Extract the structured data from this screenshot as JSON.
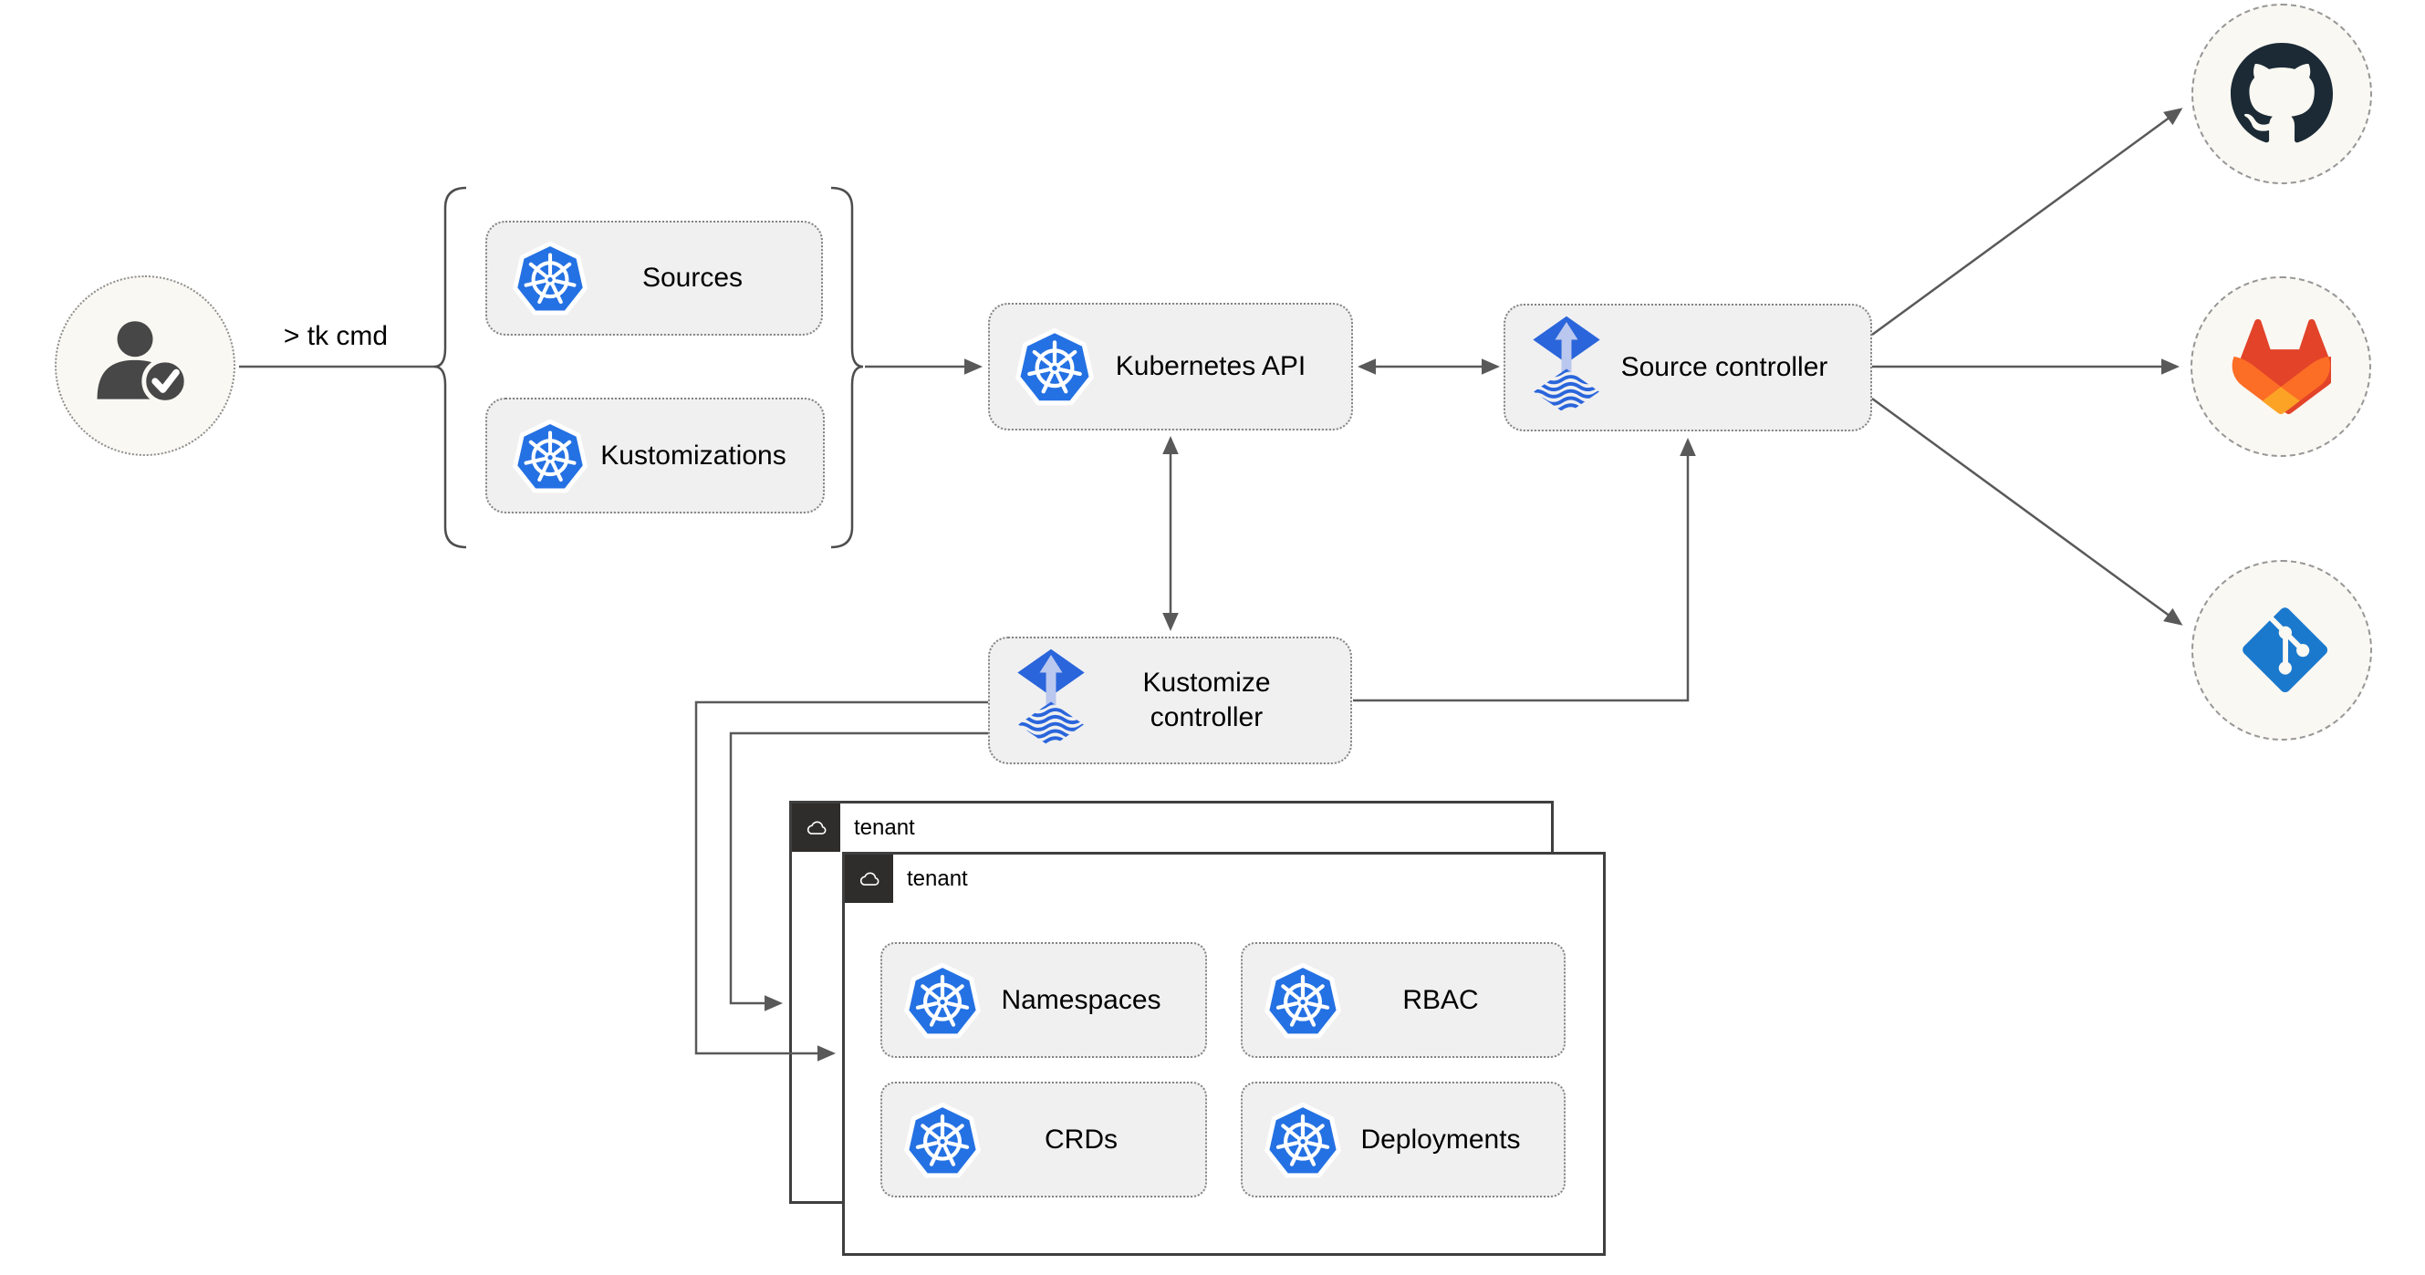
{
  "actor": {
    "command_label": "> tk cmd"
  },
  "crd_bracket": {
    "items": [
      {
        "label": "Sources"
      },
      {
        "label": "Kustomizations"
      }
    ]
  },
  "nodes": {
    "kubernetes_api": {
      "label": "Kubernetes API"
    },
    "source_controller": {
      "label": "Source controller"
    },
    "kustomize_controller": {
      "label": "Kustomize controller"
    }
  },
  "tenants": {
    "back": {
      "label": "tenant"
    },
    "front": {
      "label": "tenant",
      "resources": [
        {
          "label": "Namespaces"
        },
        {
          "label": "RBAC"
        },
        {
          "label": "CRDs"
        },
        {
          "label": "Deployments"
        }
      ]
    }
  },
  "repositories": [
    {
      "name": "GitHub",
      "icon": "github-icon"
    },
    {
      "name": "GitLab",
      "icon": "gitlab-icon"
    },
    {
      "name": "Git",
      "icon": "git-icon"
    }
  ],
  "colors": {
    "kubernetes_blue": "#2471e3",
    "flux_blue": "#2a65db",
    "flux_arrow_light": "#bac7ee",
    "github_dark": "#1b2a35",
    "gitlab_red": "#e24329",
    "gitlab_orange": "#fc6d26",
    "gitlab_amber": "#fca326",
    "git_blue": "#1b79cd",
    "connector_gray": "#595959",
    "person_gray": "#474747",
    "tenant_tab_dark": "#2f2d2b",
    "node_fill": "#f0f0f1",
    "circle_fill": "#faf8f3"
  }
}
